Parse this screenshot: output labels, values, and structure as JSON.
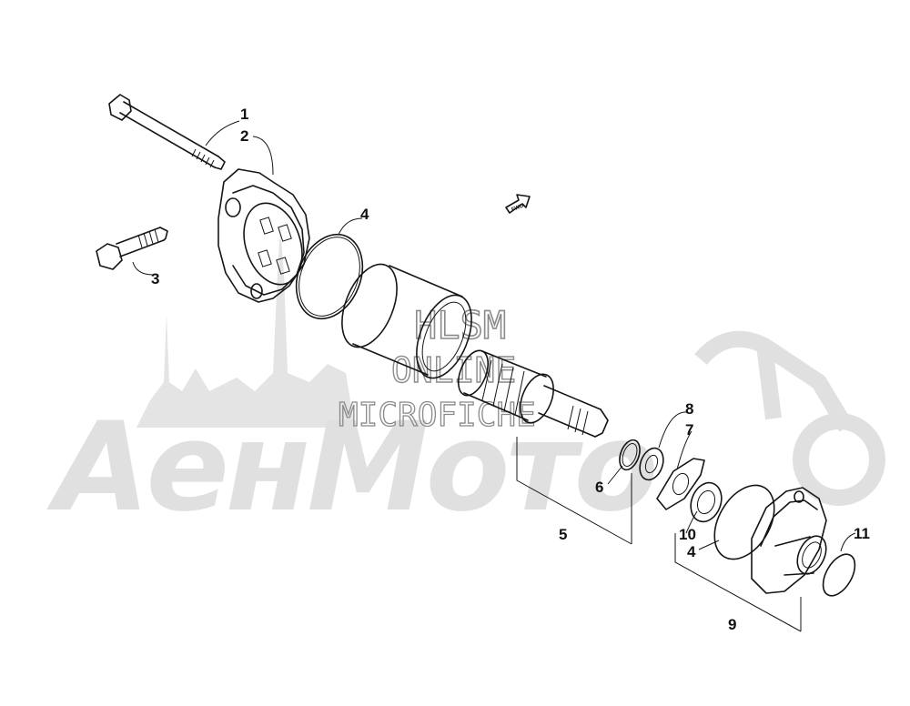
{
  "watermark": {
    "brand": "АенМото",
    "line1": "HLSM",
    "line2": "ONLINE",
    "line3": "MICROFICHE"
  },
  "diagram": {
    "front_arrow_label": "FWD",
    "callouts": [
      {
        "id": "c1",
        "label": "1"
      },
      {
        "id": "c2",
        "label": "2"
      },
      {
        "id": "c3",
        "label": "3"
      },
      {
        "id": "c4a",
        "label": "4"
      },
      {
        "id": "c5",
        "label": "5"
      },
      {
        "id": "c6",
        "label": "6"
      },
      {
        "id": "c7",
        "label": "7"
      },
      {
        "id": "c8",
        "label": "8"
      },
      {
        "id": "c9",
        "label": "9"
      },
      {
        "id": "c10",
        "label": "10"
      },
      {
        "id": "c4b",
        "label": "4"
      },
      {
        "id": "c11",
        "label": "11"
      }
    ]
  },
  "colors": {
    "ink": "#151515",
    "watermark": "#d9d9d9",
    "watermark_text": "#8a8a8a"
  }
}
